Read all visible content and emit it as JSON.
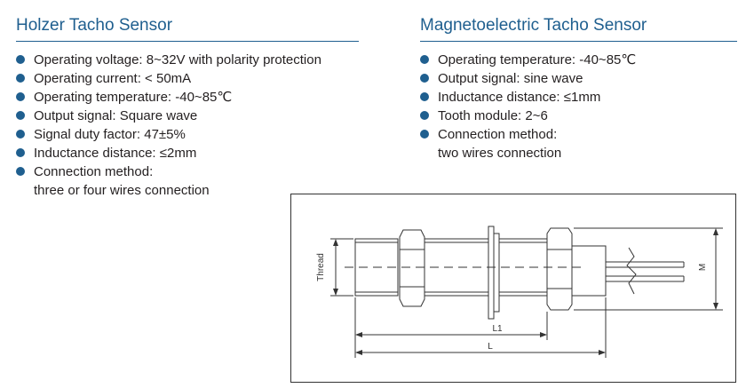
{
  "left": {
    "title": "Holzer Tacho Sensor",
    "items": [
      "Operating voltage: 8~32V with polarity protection",
      "Operating current:  < 50mA",
      "Operating temperature: -40~85℃",
      "Output signal: Square wave",
      "Signal duty factor: 47±5%",
      "Inductance distance: ≤2mm",
      "Connection method:"
    ],
    "connection_detail": "three or four wires connection"
  },
  "right": {
    "title": "Magnetoelectric Tacho Sensor",
    "items": [
      "Operating temperature: -40~85℃",
      "Output signal: sine wave",
      "Inductance distance: ≤1mm",
      "Tooth module: 2~6",
      "Connection method:"
    ],
    "connection_detail": "two wires connection"
  },
  "drawing": {
    "thread_label": "Thread",
    "m_label": "M",
    "l1_label": "L1",
    "l_label": "L"
  },
  "colors": {
    "accent": "#1f5f8f",
    "text": "#231f20"
  }
}
